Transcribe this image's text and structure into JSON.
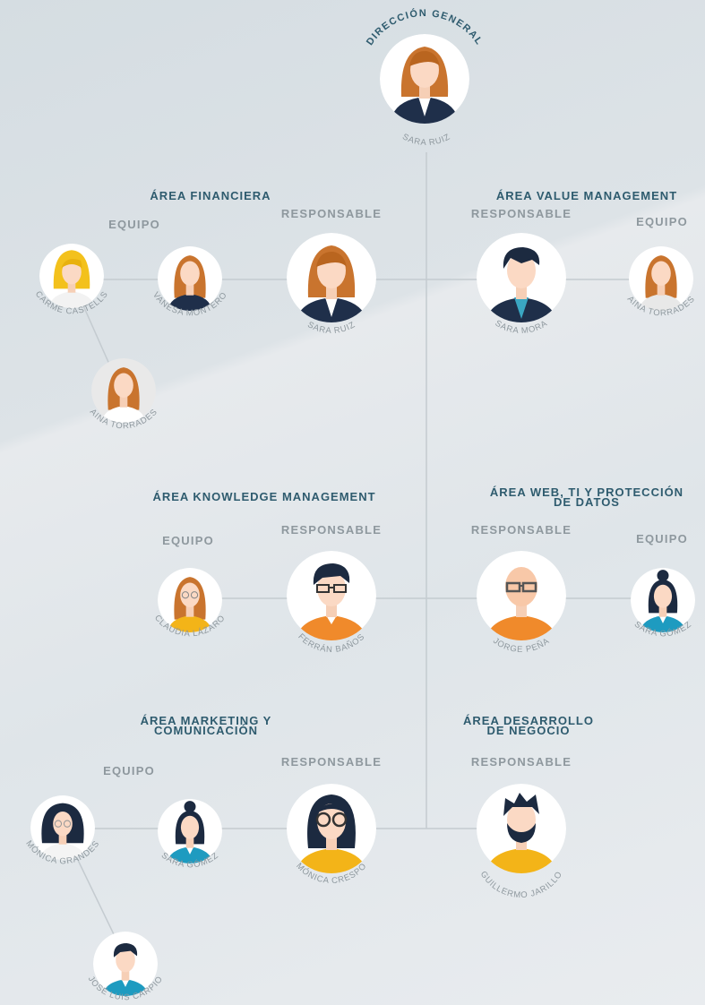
{
  "top": {
    "title": "DIRECCIÓN GENERAL",
    "name": "SARA RUIZ"
  },
  "financiera": {
    "title": "ÁREA FINANCIERA",
    "team_label": "EQUIPO",
    "lead_label": "RESPONSABLE",
    "lead": "SARA RUIZ",
    "team": [
      "VANESA MONTERO",
      "CARME CASTELLS",
      "AINA TORRADES"
    ]
  },
  "value": {
    "title": "ÁREA VALUE MANAGEMENT",
    "team_label": "EQUIPO",
    "lead_label": "RESPONSABLE",
    "lead": "SARA MORA",
    "team": [
      "AINA TORRADES"
    ]
  },
  "knowledge": {
    "title": "ÁREA KNOWLEDGE MANAGEMENT",
    "team_label": "EQUIPO",
    "lead_label": "RESPONSABLE",
    "lead": "FERRÁN BAÑOS",
    "team": [
      "CLAUDIA LÁZARO"
    ]
  },
  "web": {
    "title_line1": "ÁREA WEB, TI Y PROTECCIÓN",
    "title_line2": "DE DATOS",
    "team_label": "EQUIPO",
    "lead_label": "RESPONSABLE",
    "lead": "JORGE PEÑA",
    "team": [
      "SARA GÓMEZ"
    ]
  },
  "marketing": {
    "title_line1": "ÁREA MARKETING Y",
    "title_line2": "COMUNICACIÓN",
    "team_label": "EQUIPO",
    "lead_label": "RESPONSABLE",
    "lead": "MÓNICA CRESPO",
    "team": [
      "SARA GÓMEZ",
      "MÓNICA GRANDES",
      "JOSÉ LUIS CARPIO"
    ]
  },
  "desarrollo": {
    "title_line1": "ÁREA DESARROLLO",
    "title_line2": "DE NEGOCIO",
    "lead_label": "RESPONSABLE",
    "lead": "GUILLERMO JARILLO"
  },
  "colors": {
    "title": "#2e5b6e",
    "label": "#8e989e",
    "line": "#c4cbd0",
    "circle": "#ffffff",
    "skin": "#fbd9c4"
  }
}
